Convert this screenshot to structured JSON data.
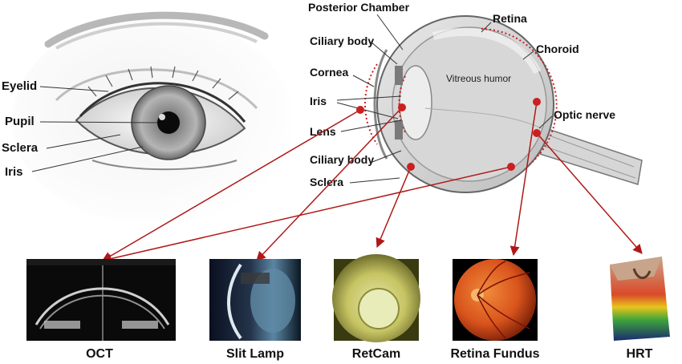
{
  "external_eye_labels": {
    "eyelid": "Eyelid",
    "pupil": "Pupil",
    "sclera": "Sclera",
    "iris": "Iris"
  },
  "cross_section_labels": {
    "posterior_chamber": "Posterior Chamber",
    "ciliary_body_top": "Ciliary body",
    "cornea": "Cornea",
    "iris": "Iris",
    "lens": "Lens",
    "ciliary_body_bottom": "Ciliary body",
    "sclera": "Sclera",
    "retina": "Retina",
    "choroid": "Choroid",
    "vitreous_humor": "Vitreous humor",
    "optic_nerve": "Optic nerve"
  },
  "imaging_modalities": [
    {
      "key": "oct",
      "label": "OCT"
    },
    {
      "key": "slit_lamp",
      "label": "Slit Lamp"
    },
    {
      "key": "retcam",
      "label": "RetCam"
    },
    {
      "key": "retina_fundus",
      "label": "Retina Fundus"
    },
    {
      "key": "hrt",
      "label": "HRT"
    }
  ],
  "colors": {
    "marker": "#cc1f1f",
    "arrow": "#b01818",
    "fundus": "#d9541c",
    "oct_bg": "#0a0a0a"
  }
}
